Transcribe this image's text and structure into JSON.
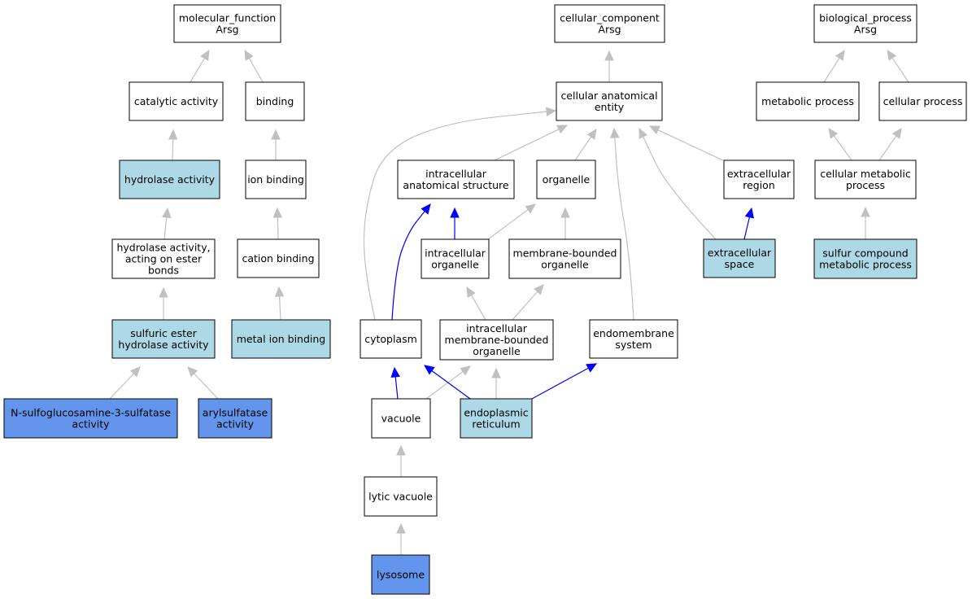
{
  "colors": {
    "plain": "#ffffff",
    "light": "#add8e6",
    "strong": "#6495ed",
    "edge_gray": "#c0c0c0",
    "edge_blue": "#0000ff"
  },
  "nodes": [
    {
      "id": "mf",
      "lines": [
        "molecular_function",
        "Arsg"
      ],
      "fill": "plain"
    },
    {
      "id": "catalytic",
      "lines": [
        "catalytic activity"
      ],
      "fill": "plain"
    },
    {
      "id": "binding",
      "lines": [
        "binding"
      ],
      "fill": "plain"
    },
    {
      "id": "hydrolase",
      "lines": [
        "hydrolase activity"
      ],
      "fill": "light"
    },
    {
      "id": "ionbinding",
      "lines": [
        "ion binding"
      ],
      "fill": "plain"
    },
    {
      "id": "hydroester",
      "lines": [
        "hydrolase activity,",
        "acting on ester",
        "bonds"
      ],
      "fill": "plain"
    },
    {
      "id": "cationbinding",
      "lines": [
        "cation binding"
      ],
      "fill": "plain"
    },
    {
      "id": "sulfuricester",
      "lines": [
        "sulfuric ester",
        "hydrolase activity"
      ],
      "fill": "light"
    },
    {
      "id": "metalion",
      "lines": [
        "metal ion binding"
      ],
      "fill": "light"
    },
    {
      "id": "nsulfo",
      "lines": [
        "N-sulfoglucosamine-3-sulfatase",
        "activity"
      ],
      "fill": "strong"
    },
    {
      "id": "arylsulf",
      "lines": [
        "arylsulfatase",
        "activity"
      ],
      "fill": "strong"
    },
    {
      "id": "cc",
      "lines": [
        "cellular_component",
        "Arsg"
      ],
      "fill": "plain"
    },
    {
      "id": "cae",
      "lines": [
        "cellular anatomical",
        "entity"
      ],
      "fill": "plain"
    },
    {
      "id": "ias",
      "lines": [
        "intracellular",
        "anatomical structure"
      ],
      "fill": "plain"
    },
    {
      "id": "organelle",
      "lines": [
        "organelle"
      ],
      "fill": "plain"
    },
    {
      "id": "extraregion",
      "lines": [
        "extracellular",
        "region"
      ],
      "fill": "plain"
    },
    {
      "id": "intraorg",
      "lines": [
        "intracellular",
        "organelle"
      ],
      "fill": "plain"
    },
    {
      "id": "membrorg",
      "lines": [
        "membrane-bounded",
        "organelle"
      ],
      "fill": "plain"
    },
    {
      "id": "extraspace",
      "lines": [
        "extracellular",
        "space"
      ],
      "fill": "light"
    },
    {
      "id": "cytoplasm",
      "lines": [
        "cytoplasm"
      ],
      "fill": "plain"
    },
    {
      "id": "imbo",
      "lines": [
        "intracellular",
        "membrane-bounded",
        "organelle"
      ],
      "fill": "plain"
    },
    {
      "id": "endomemb",
      "lines": [
        "endomembrane",
        "system"
      ],
      "fill": "plain"
    },
    {
      "id": "vacuole",
      "lines": [
        "vacuole"
      ],
      "fill": "plain"
    },
    {
      "id": "er",
      "lines": [
        "endoplasmic",
        "reticulum"
      ],
      "fill": "light"
    },
    {
      "id": "lytic",
      "lines": [
        "lytic vacuole"
      ],
      "fill": "plain"
    },
    {
      "id": "lysosome",
      "lines": [
        "lysosome"
      ],
      "fill": "strong"
    },
    {
      "id": "bp",
      "lines": [
        "biological_process",
        "Arsg"
      ],
      "fill": "plain"
    },
    {
      "id": "metabolic",
      "lines": [
        "metabolic process"
      ],
      "fill": "plain"
    },
    {
      "id": "cellproc",
      "lines": [
        "cellular process"
      ],
      "fill": "plain"
    },
    {
      "id": "cellmetab",
      "lines": [
        "cellular metabolic",
        "process"
      ],
      "fill": "plain"
    },
    {
      "id": "sulfurcomp",
      "lines": [
        "sulfur compound",
        "metabolic process"
      ],
      "fill": "light"
    }
  ],
  "edges": [
    {
      "from": "catalytic",
      "to": "mf",
      "color": "edge_gray"
    },
    {
      "from": "binding",
      "to": "mf",
      "color": "edge_gray"
    },
    {
      "from": "hydrolase",
      "to": "catalytic",
      "color": "edge_gray"
    },
    {
      "from": "ionbinding",
      "to": "binding",
      "color": "edge_gray"
    },
    {
      "from": "hydroester",
      "to": "hydrolase",
      "color": "edge_gray"
    },
    {
      "from": "cationbinding",
      "to": "ionbinding",
      "color": "edge_gray"
    },
    {
      "from": "sulfuricester",
      "to": "hydroester",
      "color": "edge_gray"
    },
    {
      "from": "metalion",
      "to": "cationbinding",
      "color": "edge_gray"
    },
    {
      "from": "nsulfo",
      "to": "sulfuricester",
      "color": "edge_gray"
    },
    {
      "from": "arylsulf",
      "to": "sulfuricester",
      "color": "edge_gray"
    },
    {
      "from": "cae",
      "to": "cc",
      "color": "edge_gray"
    },
    {
      "from": "ias",
      "to": "cae",
      "color": "edge_gray"
    },
    {
      "from": "organelle",
      "to": "cae",
      "color": "edge_gray"
    },
    {
      "from": "extraregion",
      "to": "cae",
      "color": "edge_gray"
    },
    {
      "from": "extraspace",
      "to": "cae",
      "color": "edge_gray"
    },
    {
      "from": "cytoplasm",
      "to": "cae",
      "color": "edge_gray"
    },
    {
      "from": "endomemb",
      "to": "cae",
      "color": "edge_gray"
    },
    {
      "from": "intraorg",
      "to": "ias",
      "color": "edge_blue"
    },
    {
      "from": "intraorg",
      "to": "organelle",
      "color": "edge_gray"
    },
    {
      "from": "membrorg",
      "to": "organelle",
      "color": "edge_gray"
    },
    {
      "from": "extraspace",
      "to": "extraregion",
      "color": "edge_blue"
    },
    {
      "from": "cytoplasm",
      "to": "ias",
      "color": "edge_blue"
    },
    {
      "from": "imbo",
      "to": "intraorg",
      "color": "edge_gray"
    },
    {
      "from": "imbo",
      "to": "membrorg",
      "color": "edge_gray"
    },
    {
      "from": "vacuole",
      "to": "cytoplasm",
      "color": "edge_blue"
    },
    {
      "from": "vacuole",
      "to": "imbo",
      "color": "edge_gray"
    },
    {
      "from": "er",
      "to": "cytoplasm",
      "color": "edge_blue"
    },
    {
      "from": "er",
      "to": "imbo",
      "color": "edge_gray"
    },
    {
      "from": "er",
      "to": "endomemb",
      "color": "edge_blue"
    },
    {
      "from": "lytic",
      "to": "vacuole",
      "color": "edge_gray"
    },
    {
      "from": "lysosome",
      "to": "lytic",
      "color": "edge_gray"
    },
    {
      "from": "metabolic",
      "to": "bp",
      "color": "edge_gray"
    },
    {
      "from": "cellproc",
      "to": "bp",
      "color": "edge_gray"
    },
    {
      "from": "cellmetab",
      "to": "metabolic",
      "color": "edge_gray"
    },
    {
      "from": "cellmetab",
      "to": "cellproc",
      "color": "edge_gray"
    },
    {
      "from": "sulfurcomp",
      "to": "cellmetab",
      "color": "edge_gray"
    }
  ]
}
